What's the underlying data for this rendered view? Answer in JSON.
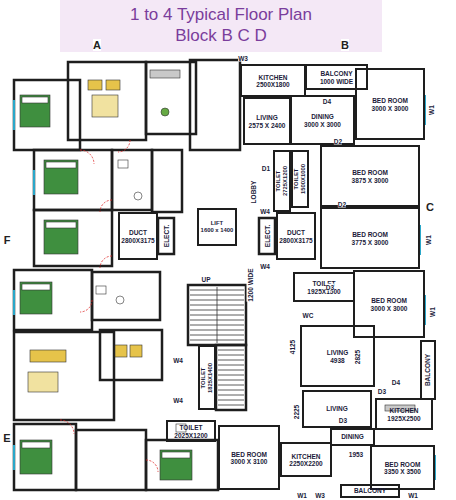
{
  "diagram": {
    "title": "1 to 4 Typical Floor Plan Block B C D",
    "nodes": [
      {
        "text": [
          "KITCHEN",
          "2500X1800"
        ]
      },
      {
        "text": [
          "BALCONY",
          "1000 WIDE"
        ]
      },
      {
        "text": [
          "BED ROOM",
          "3000 X 3000"
        ]
      },
      {
        "text": [
          "DINING",
          "3000 X 3000"
        ]
      },
      {
        "text": [
          "LIVING",
          "2575 X 2400"
        ]
      },
      {
        "text": [
          "TOILET",
          "2725X1200"
        ]
      },
      {
        "text": [
          "TOILET",
          "1500X1000"
        ]
      },
      {
        "text": [
          "BED ROOM",
          "3875 X 3000"
        ]
      },
      {
        "text": [
          "DUCT",
          "2800X3175"
        ]
      },
      {
        "text": [
          "LIFT",
          "1600 x 1400"
        ]
      },
      {
        "text": [
          "DUCT",
          "2800X3175"
        ]
      },
      {
        "text": [
          "BED ROOM",
          "3775 X 3000"
        ]
      },
      {
        "text": [
          "TOILET",
          "1925X1500"
        ]
      },
      {
        "text": [
          "BED ROOM",
          "3000 X 3000"
        ]
      },
      {
        "text": [
          "LIVING",
          "4938"
        ]
      },
      {
        "text": [
          "BALCONY"
        ]
      },
      {
        "text": [
          "TOILET",
          "1825X1400"
        ]
      },
      {
        "text": [
          "KITCHEN",
          "1925X2500"
        ]
      },
      {
        "text": [
          "LIVING"
        ]
      },
      {
        "text": [
          "TOILET",
          "2025X1200"
        ]
      },
      {
        "text": [
          "DINING"
        ]
      },
      {
        "text": [
          "BED ROOM",
          "3000 X 3100"
        ]
      },
      {
        "text": [
          "KITCHEN",
          "2250X2200"
        ]
      },
      {
        "text": [
          "BED ROOM",
          "3350 X 3500"
        ]
      },
      {
        "text": [
          "BALCONY"
        ]
      }
    ],
    "labels": [
      "A",
      "B",
      "C",
      "F",
      "E",
      "W3",
      "W1",
      "D4",
      "D2",
      "D1",
      "D2",
      "W1",
      "W4",
      "W4",
      "D3",
      "W1",
      "UP",
      "LOBBY",
      "1200 WIDE",
      "4125",
      "2825",
      "D4",
      "D3",
      "2225",
      "1953",
      "W1",
      "W3",
      "W1",
      "ELECT.",
      "ELECT.",
      "WC",
      "W4",
      "W4",
      "D3"
    ]
  }
}
